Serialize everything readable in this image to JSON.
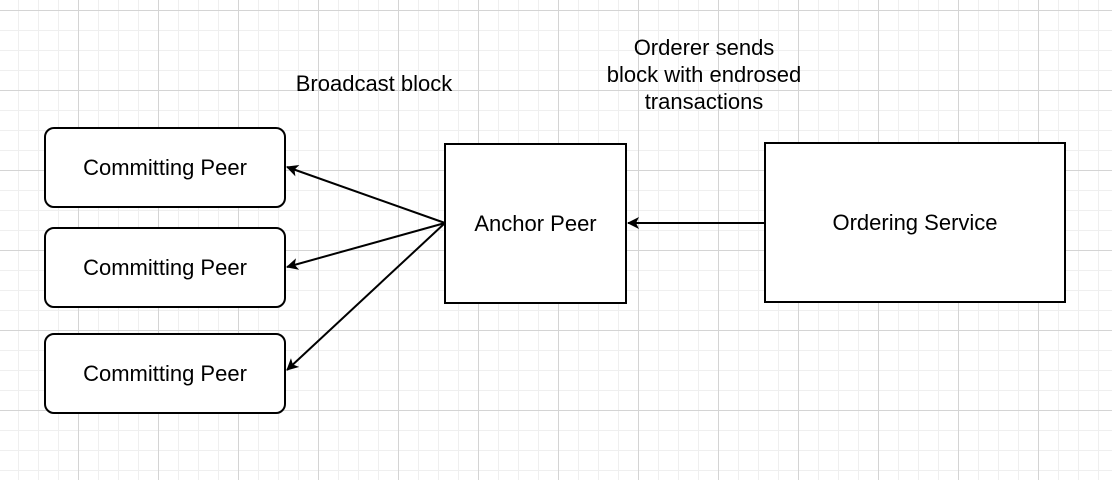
{
  "diagram": {
    "nodes": {
      "committing_peer_1": "Committing Peer",
      "committing_peer_2": "Committing Peer",
      "committing_peer_3": "Committing Peer",
      "anchor_peer": "Anchor Peer",
      "ordering_service": "Ordering Service"
    },
    "edge_labels": {
      "broadcast": "Broadcast block",
      "orderer_line1": "Orderer sends",
      "orderer_line2": "block with endrosed",
      "orderer_line3": "transactions"
    },
    "edges": [
      {
        "from": "ordering_service",
        "to": "anchor_peer"
      },
      {
        "from": "anchor_peer",
        "to": "committing_peer_1"
      },
      {
        "from": "anchor_peer",
        "to": "committing_peer_2"
      },
      {
        "from": "anchor_peer",
        "to": "committing_peer_3"
      }
    ]
  }
}
